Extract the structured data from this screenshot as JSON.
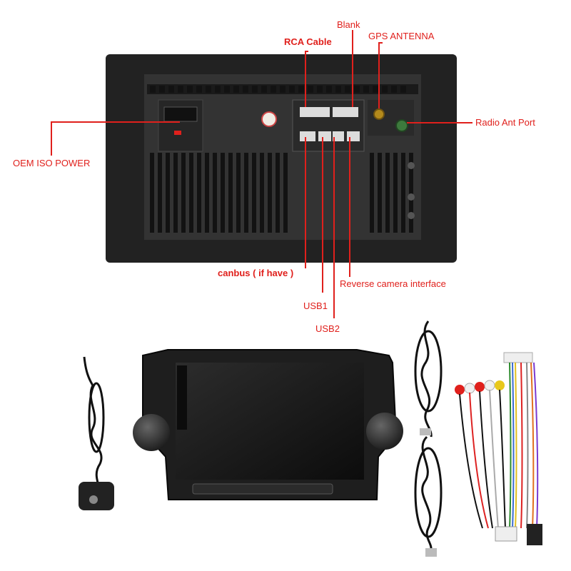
{
  "colors": {
    "label_red": "#e0201c",
    "unit_body": "#232323",
    "unit_panel": "#3a3a3a",
    "unit_fins": "#141414",
    "screen": "#1b1b1b",
    "cable": "#111111"
  },
  "labels": {
    "rca_cable": "RCA Cable",
    "blank": "Blank",
    "gps_antenna": "GPS ANTENNA",
    "radio_ant_port": "Radio Ant Port",
    "oem_iso_power": "OEM ISO POWER",
    "canbus": "canbus ( if have )",
    "reverse_camera": "Reverse camera interface",
    "usb1": "USB1",
    "usb2": "USB2"
  },
  "icons": {
    "gps_module": "gps-antenna-module-icon",
    "usb_plug": "usb-plug-icon",
    "rca_plug": "rca-plug-icon"
  }
}
